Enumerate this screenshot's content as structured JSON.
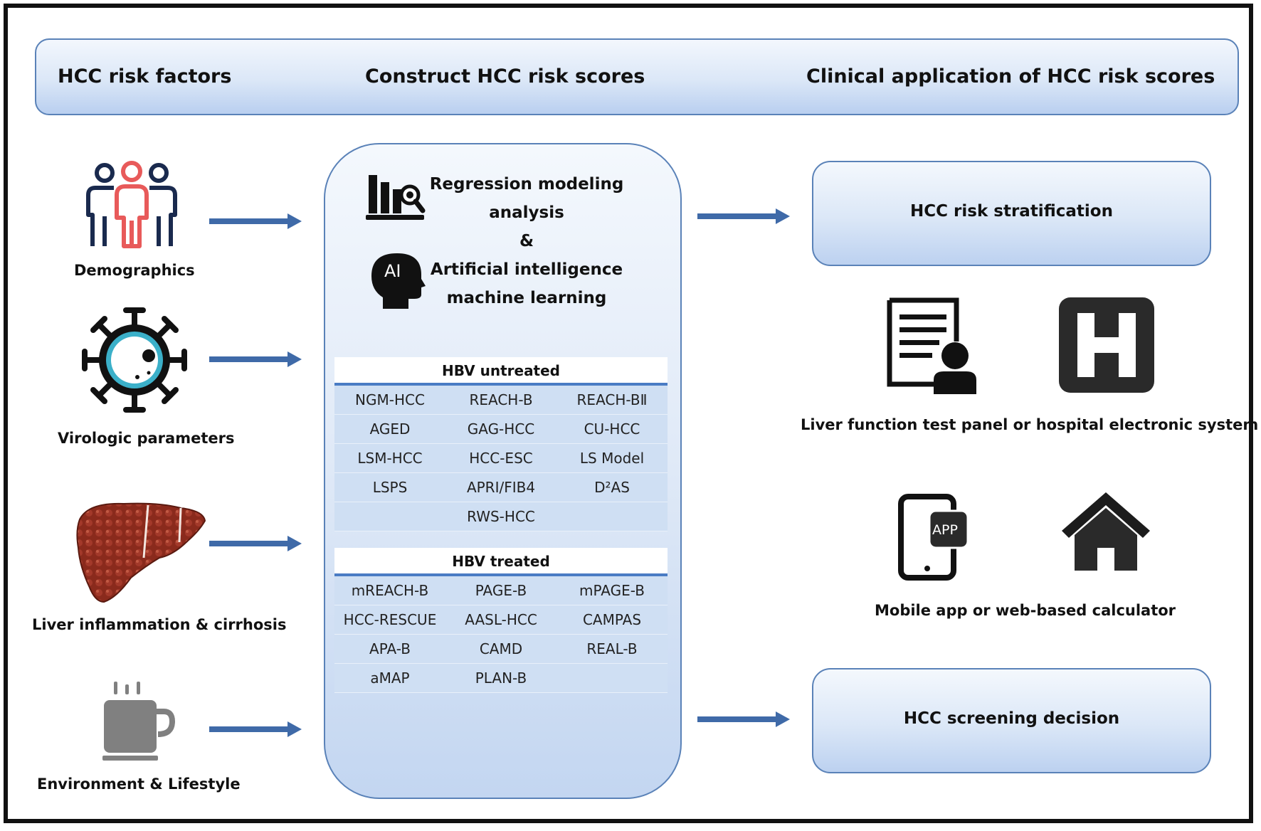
{
  "header": {
    "col1": "HCC risk factors",
    "col2": "Construct HCC risk scores",
    "col3": "Clinical application of HCC risk scores"
  },
  "risk_factors": {
    "demographics": "Demographics",
    "virologic": "Virologic parameters",
    "liver": "Liver inflammation & cirrhosis",
    "environment": "Environment & Lifestyle"
  },
  "methods": {
    "line1": "Regression modeling",
    "line2": "analysis",
    "amp": "&",
    "line3": "Artificial intelligence",
    "line4": "machine learning",
    "ai_badge": "AI"
  },
  "untreated": {
    "title": "HBV untreated",
    "rows": [
      [
        "NGM-HCC",
        "REACH-B",
        "REACH-BⅡ"
      ],
      [
        "AGED",
        "GAG-HCC",
        "CU-HCC"
      ],
      [
        "LSM-HCC",
        "HCC-ESC",
        "LS Model"
      ],
      [
        "LSPS",
        "APRI/FIB4",
        "D²AS"
      ],
      [
        "",
        "RWS-HCC",
        ""
      ]
    ]
  },
  "treated": {
    "title": "HBV treated",
    "rows": [
      [
        "mREACH-B",
        "PAGE-B",
        "mPAGE-B"
      ],
      [
        "HCC-RESCUE",
        "AASL-HCC",
        "CAMPAS"
      ],
      [
        "APA-B",
        "CAMD",
        "REAL-B"
      ],
      [
        "aMAP",
        "PLAN-B",
        ""
      ]
    ]
  },
  "application": {
    "stratification": "HCC risk stratification",
    "system_caption": "Liver function test panel or hospital electronic system",
    "app_caption": "Mobile app or web-based calculator",
    "app_badge": "APP",
    "screening": "HCC screening decision"
  }
}
